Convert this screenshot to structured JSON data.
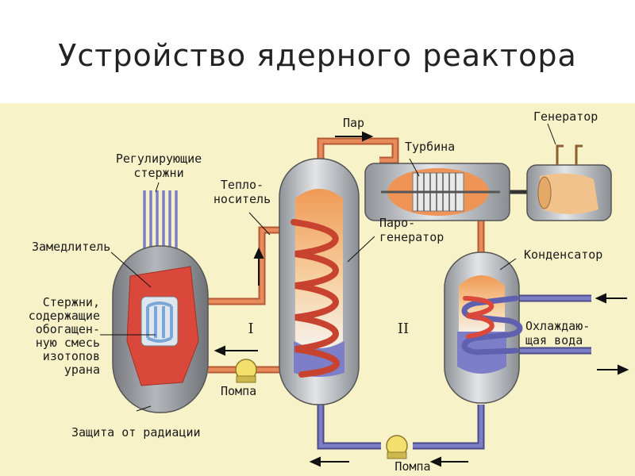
{
  "slide": {
    "title": "Устройство ядерного реактора"
  },
  "labels": {
    "control_rods": [
      "Регулирующие",
      "стержни"
    ],
    "coolant": [
      "Тепло-",
      "носитель"
    ],
    "moderator": "Замедлитель",
    "fuel_rods": [
      "Стержни,",
      "содержащие",
      "обогащен-",
      "ную смесь",
      "изотопов",
      "урана"
    ],
    "radiation_shield": "Защита от радиации",
    "pump_primary": "Помпа",
    "pump_secondary": "Помпа",
    "steam": "Пар",
    "turbine": "Турбина",
    "generator": "Генератор",
    "steam_generator": [
      "Паро-",
      "генератор"
    ],
    "condenser": "Конденсатор",
    "cooling_water": [
      "Охлаждаю-",
      "щая вода"
    ],
    "circuit_1": "I",
    "circuit_2": "II"
  },
  "colors": {
    "background": "#f8f2c8",
    "vessel": "#b9bcc0",
    "hot_pipe": "#e2774a",
    "cold_pipe": "#6e6fb4",
    "core": "#d9483a",
    "steam": "#f2a35e"
  }
}
